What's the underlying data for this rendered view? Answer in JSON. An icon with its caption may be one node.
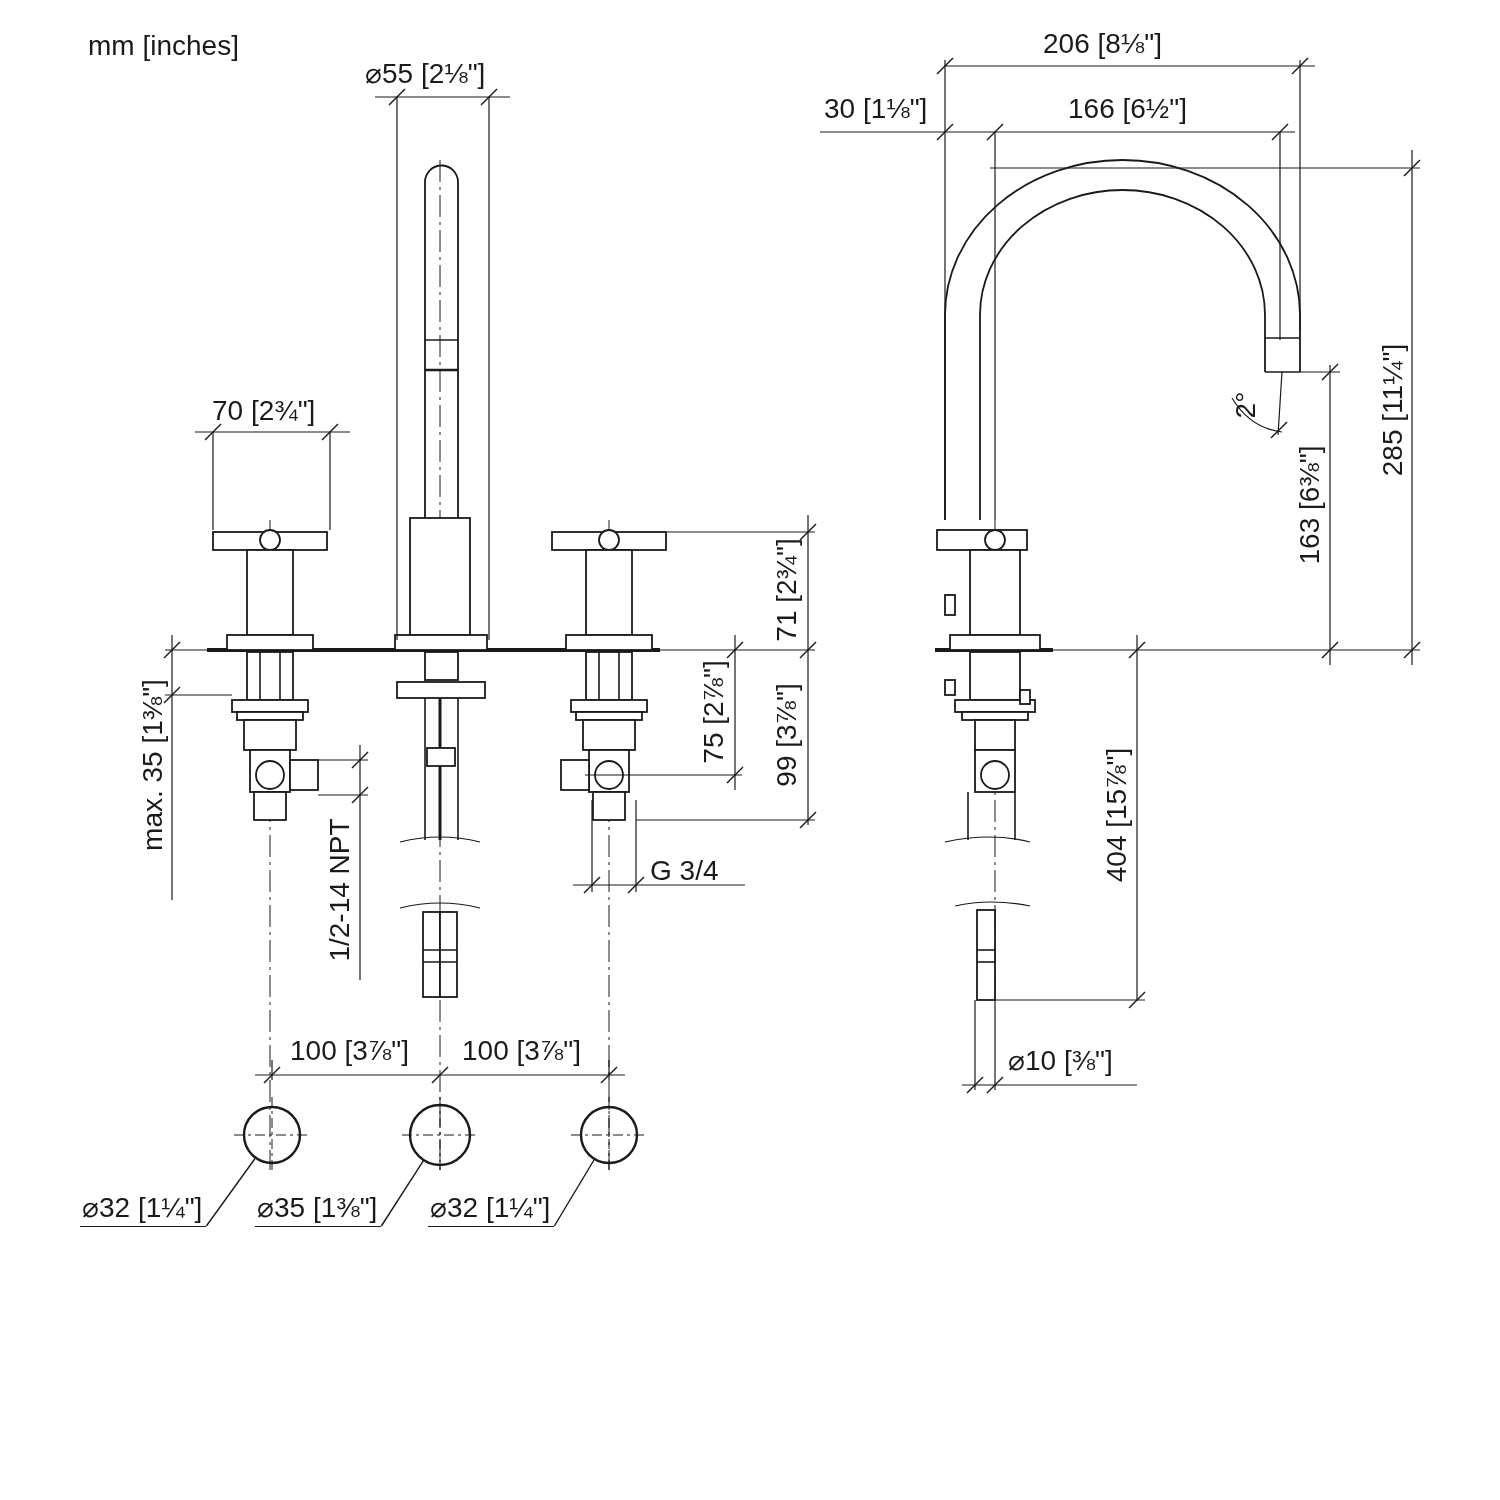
{
  "diagram": {
    "nodes": [
      {
        "text": [
          "⌀32 [1¼\"]"
        ]
      },
      {
        "text": [
          "⌀35 [1⅜\"]"
        ]
      },
      {
        "text": [
          "⌀32 [1¼\"]"
        ]
      },
      {
        "text": [],
        "shape": "circle"
      },
      {
        "text": [],
        "shape": "circle"
      },
      {
        "text": [],
        "shape": "circle"
      }
    ],
    "edges": [
      {
        "from": 0,
        "to": 3,
        "arrow": "none"
      },
      {
        "from": 1,
        "to": 4,
        "arrow": "none"
      },
      {
        "from": 2,
        "to": 5,
        "arrow": "none"
      }
    ],
    "labels": [
      "mm [inches]",
      "⌀55 [2⅛\"]",
      "206 [8⅛\"]",
      "30 [1⅛\"]",
      "166 [6½\"]",
      "70 [2¾\"]",
      "2°",
      "285 [11¼\"]",
      "163 [6⅜\"]",
      "71 [2¾\"]",
      "75 [2⅞\"]",
      "99 [3⅞\"]",
      "max. 35 [1⅜\"]",
      "1/2-14 NPT",
      "G 3/4",
      "404 [15⅞\"]",
      "100 [3⅞\"]",
      "100 [3⅞\"]",
      "⌀10 [⅜\"]"
    ]
  }
}
